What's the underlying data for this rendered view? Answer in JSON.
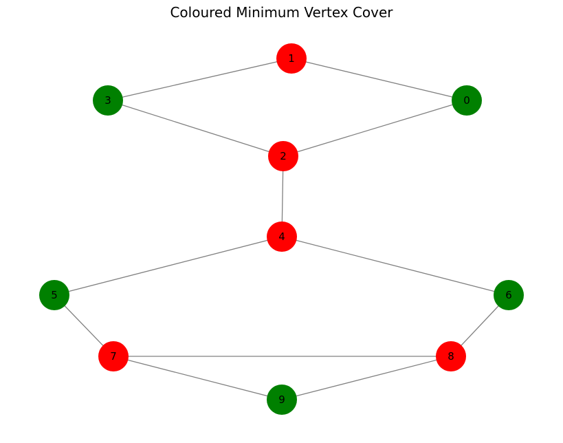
{
  "title": "Coloured Minimum Vertex Cover",
  "colors": {
    "in_cover": "#ff0000",
    "not_in_cover": "#008000",
    "edge": "#808080",
    "label": "#000000"
  },
  "graph": {
    "nodes": [
      {
        "id": "0",
        "label": "0",
        "in_cover": false
      },
      {
        "id": "1",
        "label": "1",
        "in_cover": true
      },
      {
        "id": "2",
        "label": "2",
        "in_cover": true
      },
      {
        "id": "3",
        "label": "3",
        "in_cover": false
      },
      {
        "id": "4",
        "label": "4",
        "in_cover": true
      },
      {
        "id": "5",
        "label": "5",
        "in_cover": false
      },
      {
        "id": "6",
        "label": "6",
        "in_cover": false
      },
      {
        "id": "7",
        "label": "7",
        "in_cover": true
      },
      {
        "id": "8",
        "label": "8",
        "in_cover": true
      },
      {
        "id": "9",
        "label": "9",
        "in_cover": false
      }
    ],
    "edges": [
      [
        "1",
        "3"
      ],
      [
        "1",
        "0"
      ],
      [
        "3",
        "2"
      ],
      [
        "0",
        "2"
      ],
      [
        "2",
        "4"
      ],
      [
        "4",
        "5"
      ],
      [
        "4",
        "6"
      ],
      [
        "5",
        "7"
      ],
      [
        "6",
        "8"
      ],
      [
        "7",
        "8"
      ],
      [
        "7",
        "9"
      ],
      [
        "8",
        "9"
      ]
    ]
  }
}
